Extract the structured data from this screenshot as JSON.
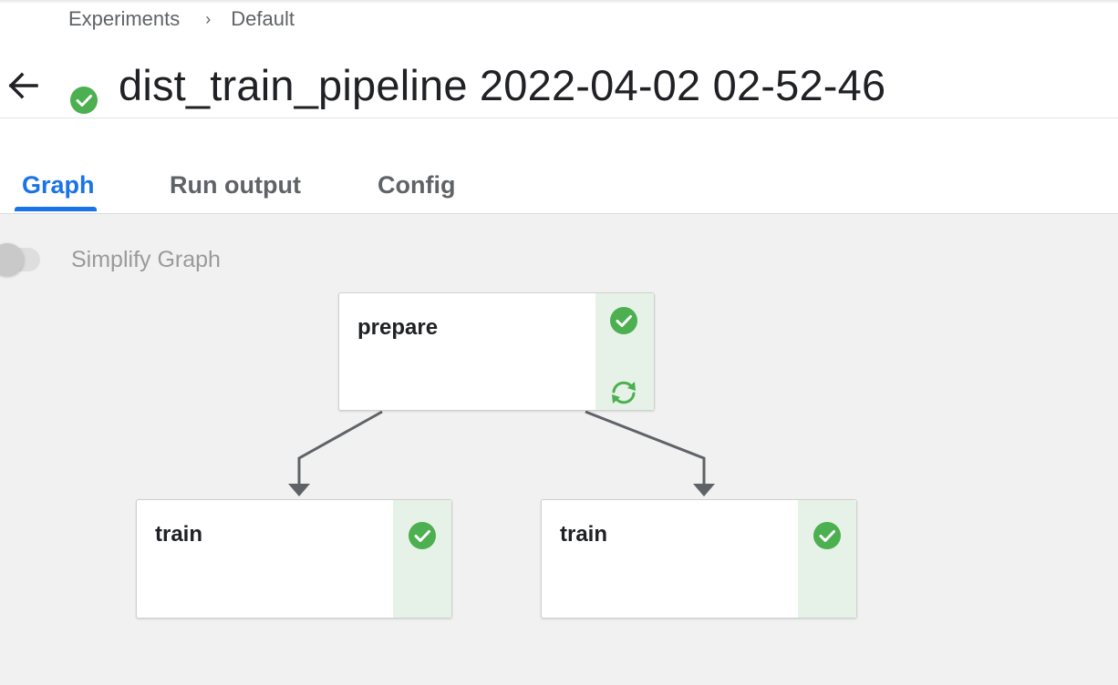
{
  "breadcrumb": {
    "items": [
      "Experiments",
      "Default"
    ],
    "separator": "›"
  },
  "run": {
    "title": "dist_train_pipeline 2022-04-02 02-52-46",
    "status": "succeeded",
    "status_color": "#4caf50"
  },
  "tabs": [
    {
      "label": "Graph",
      "active": true
    },
    {
      "label": "Run output",
      "active": false
    },
    {
      "label": "Config",
      "active": false
    }
  ],
  "graph": {
    "simplify_toggle": {
      "label": "Simplify Graph",
      "checked": false
    },
    "nodes": [
      {
        "id": "prepare",
        "label": "prepare",
        "status": "succeeded",
        "icons": [
          "check-circle-icon",
          "retry-icon"
        ]
      },
      {
        "id": "train-1",
        "label": "train",
        "status": "succeeded",
        "icons": [
          "check-circle-icon"
        ]
      },
      {
        "id": "train-2",
        "label": "train",
        "status": "succeeded",
        "icons": [
          "check-circle-icon"
        ]
      }
    ],
    "edges": [
      {
        "from": "prepare",
        "to": "train-1"
      },
      {
        "from": "prepare",
        "to": "train-2"
      }
    ]
  },
  "colors": {
    "accent": "#1a73e8",
    "success": "#4caf50",
    "success_bg": "#e6f2e7",
    "edge": "#5f6368",
    "canvas_bg": "#f1f1f1"
  }
}
